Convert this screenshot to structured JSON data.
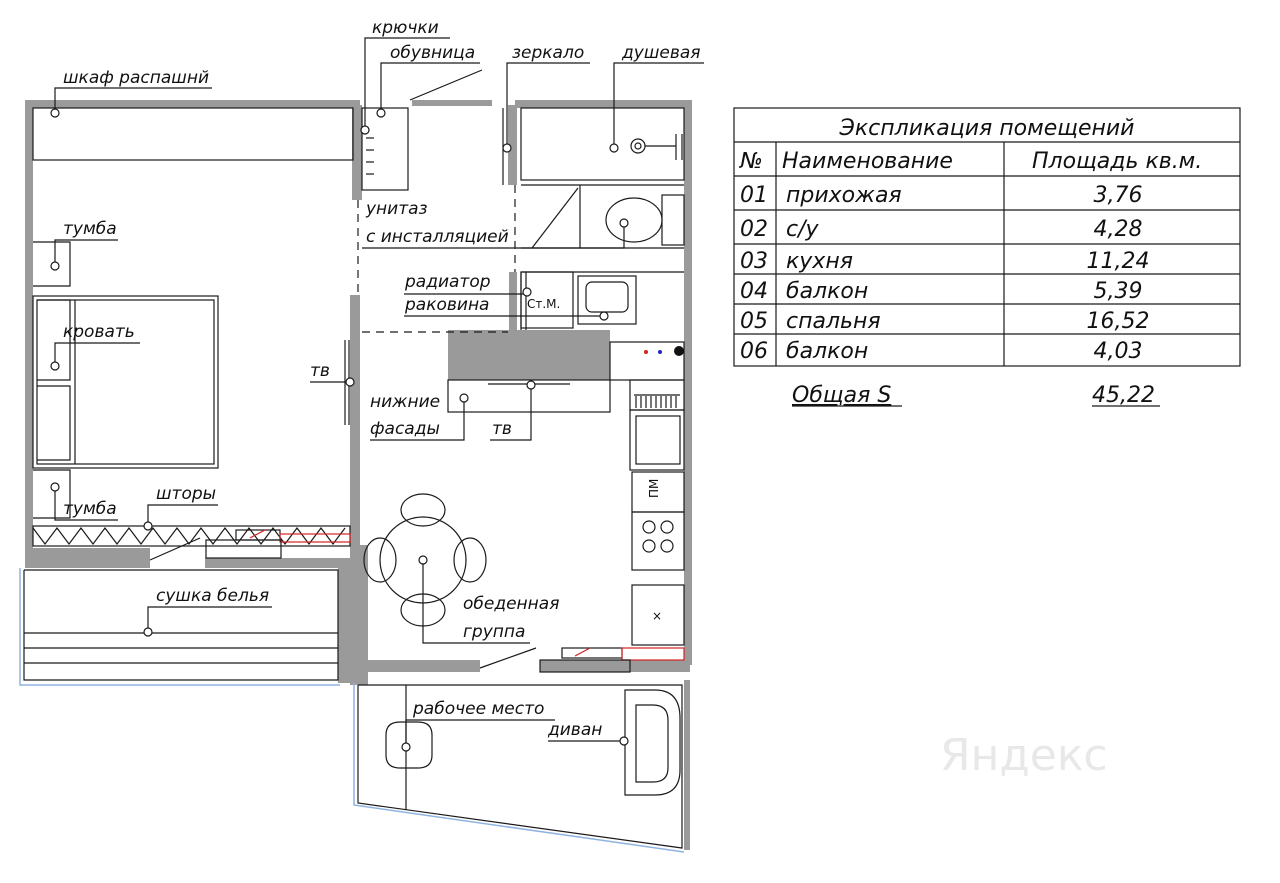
{
  "labels": {
    "shkaf": "шкаф распашнй",
    "kryuchki": "крючки",
    "obuvnitsa": "обувница",
    "zerkalo": "зеркало",
    "dushevaya": "душевая",
    "unitaz_1": "унитаз",
    "unitaz_2": "с инсталляцией",
    "radiator": "радиатор",
    "rakovina": "раковина",
    "st_m": "Ст.М.",
    "tumba_top": "тумба",
    "krovat": "кровать",
    "tv_left": "тв",
    "nizhnie": "нижние",
    "fasady": "фасады",
    "tv_center": "тв",
    "tumba_bottom": "тумба",
    "shtory": "шторы",
    "pm": "ПМ",
    "sushka": "сушка белья",
    "obedennaya": "обеденная",
    "gruppa": "группа",
    "rabochee": "рабочее место",
    "divan": "диван",
    "watermark": "Яндекс"
  },
  "explication": {
    "title": "Экспликация помещений",
    "col_num": "№",
    "col_name": "Наименование",
    "col_area": "Площадь кв.м.",
    "rows": [
      {
        "num": "01",
        "name": "прихожая",
        "area": "3,76"
      },
      {
        "num": "02",
        "name": "с/у",
        "area": "4,28"
      },
      {
        "num": "03",
        "name": "кухня",
        "area": "11,24"
      },
      {
        "num": "04",
        "name": "балкон",
        "area": "5,39"
      },
      {
        "num": "05",
        "name": "спальня",
        "area": "16,52"
      },
      {
        "num": "06",
        "name": "балкон",
        "area": "4,03"
      }
    ],
    "total_label": "Общая S",
    "total_value": "45,22"
  },
  "colors": {
    "wall": "#9a9a9a",
    "line": "#1a1a1a",
    "window": "#8fb3e0",
    "radiator_red": "#d22222"
  }
}
